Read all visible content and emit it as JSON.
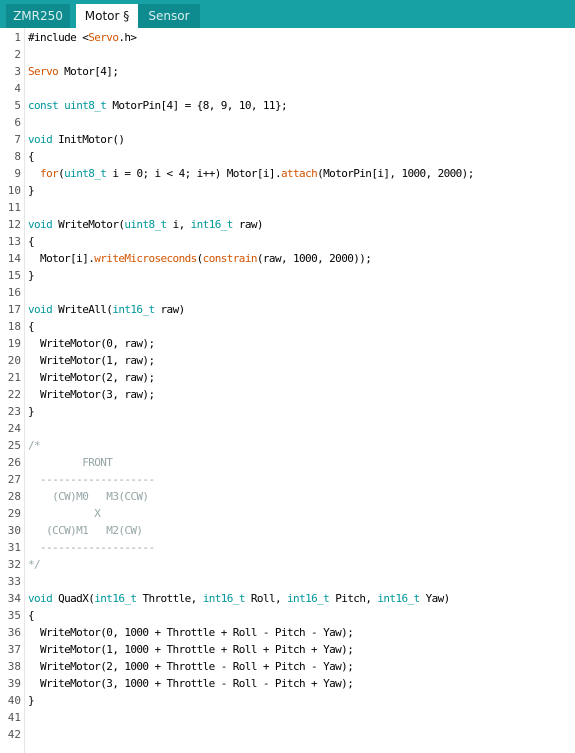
{
  "tabs": [
    {
      "label": "ZMR250",
      "active": false
    },
    {
      "label": "Motor §",
      "active": true
    },
    {
      "label": "Sensor",
      "active": false
    }
  ],
  "colors": {
    "tab_bar": "#17a1a5",
    "tab_inactive": "#0e8b8e",
    "keyword": "#00979c",
    "function": "#d35400",
    "comment": "#95a5a6"
  },
  "code_lines": [
    [
      {
        "t": "#include <",
        "c": ""
      },
      {
        "t": "Servo",
        "c": "fn"
      },
      {
        "t": ".h>",
        "c": ""
      }
    ],
    [],
    [
      {
        "t": "Servo",
        "c": "fn"
      },
      {
        "t": " Motor[4];",
        "c": ""
      }
    ],
    [],
    [
      {
        "t": "const",
        "c": "kw"
      },
      {
        "t": " ",
        "c": ""
      },
      {
        "t": "uint8_t",
        "c": "kw"
      },
      {
        "t": " MotorPin[4] = {8, 9, 10, 11};",
        "c": ""
      }
    ],
    [],
    [
      {
        "t": "void",
        "c": "kw"
      },
      {
        "t": " InitMotor()",
        "c": ""
      }
    ],
    [
      {
        "t": "{",
        "c": ""
      }
    ],
    [
      {
        "t": "  ",
        "c": ""
      },
      {
        "t": "for",
        "c": "fn"
      },
      {
        "t": "(",
        "c": ""
      },
      {
        "t": "uint8_t",
        "c": "kw"
      },
      {
        "t": " i = 0; i < 4; i++) Motor[i].",
        "c": ""
      },
      {
        "t": "attach",
        "c": "fn"
      },
      {
        "t": "(MotorPin[i], 1000, 2000);",
        "c": ""
      }
    ],
    [
      {
        "t": "}",
        "c": ""
      }
    ],
    [],
    [
      {
        "t": "void",
        "c": "kw"
      },
      {
        "t": " WriteMotor(",
        "c": ""
      },
      {
        "t": "uint8_t",
        "c": "kw"
      },
      {
        "t": " i, ",
        "c": ""
      },
      {
        "t": "int16_t",
        "c": "kw"
      },
      {
        "t": " raw)",
        "c": ""
      }
    ],
    [
      {
        "t": "{",
        "c": ""
      }
    ],
    [
      {
        "t": "  Motor[i].",
        "c": ""
      },
      {
        "t": "writeMicroseconds",
        "c": "fn"
      },
      {
        "t": "(",
        "c": ""
      },
      {
        "t": "constrain",
        "c": "fn"
      },
      {
        "t": "(raw, 1000, 2000));",
        "c": ""
      }
    ],
    [
      {
        "t": "}",
        "c": ""
      }
    ],
    [],
    [
      {
        "t": "void",
        "c": "kw"
      },
      {
        "t": " WriteAll(",
        "c": ""
      },
      {
        "t": "int16_t",
        "c": "kw"
      },
      {
        "t": " raw)",
        "c": ""
      }
    ],
    [
      {
        "t": "{",
        "c": ""
      }
    ],
    [
      {
        "t": "  WriteMotor(0, raw);",
        "c": ""
      }
    ],
    [
      {
        "t": "  WriteMotor(1, raw);",
        "c": ""
      }
    ],
    [
      {
        "t": "  WriteMotor(2, raw);",
        "c": ""
      }
    ],
    [
      {
        "t": "  WriteMotor(3, raw);",
        "c": ""
      }
    ],
    [
      {
        "t": "}",
        "c": ""
      }
    ],
    [],
    [
      {
        "t": "/*",
        "c": "cm"
      }
    ],
    [
      {
        "t": "         FRONT",
        "c": "cm"
      }
    ],
    [
      {
        "t": "  -------------------",
        "c": "cm"
      }
    ],
    [
      {
        "t": "    (CW)M0   M3(CCW)",
        "c": "cm"
      }
    ],
    [
      {
        "t": "           X",
        "c": "cm"
      }
    ],
    [
      {
        "t": "   (CCW)M1   M2(CW)",
        "c": "cm"
      }
    ],
    [
      {
        "t": "  -------------------",
        "c": "cm"
      }
    ],
    [
      {
        "t": "*/",
        "c": "cm"
      }
    ],
    [],
    [
      {
        "t": "void",
        "c": "kw"
      },
      {
        "t": " QuadX(",
        "c": ""
      },
      {
        "t": "int16_t",
        "c": "kw"
      },
      {
        "t": " Throttle, ",
        "c": ""
      },
      {
        "t": "int16_t",
        "c": "kw"
      },
      {
        "t": " Roll, ",
        "c": ""
      },
      {
        "t": "int16_t",
        "c": "kw"
      },
      {
        "t": " Pitch, ",
        "c": ""
      },
      {
        "t": "int16_t",
        "c": "kw"
      },
      {
        "t": " Yaw)",
        "c": ""
      }
    ],
    [
      {
        "t": "{",
        "c": ""
      }
    ],
    [
      {
        "t": "  WriteMotor(0, 1000 + Throttle + Roll - Pitch - Yaw);",
        "c": ""
      }
    ],
    [
      {
        "t": "  WriteMotor(1, 1000 + Throttle + Roll + Pitch + Yaw);",
        "c": ""
      }
    ],
    [
      {
        "t": "  WriteMotor(2, 1000 + Throttle - Roll + Pitch - Yaw);",
        "c": ""
      }
    ],
    [
      {
        "t": "  WriteMotor(3, 1000 + Throttle - Roll - Pitch + Yaw);",
        "c": ""
      }
    ],
    [
      {
        "t": "}",
        "c": ""
      }
    ],
    [],
    []
  ]
}
